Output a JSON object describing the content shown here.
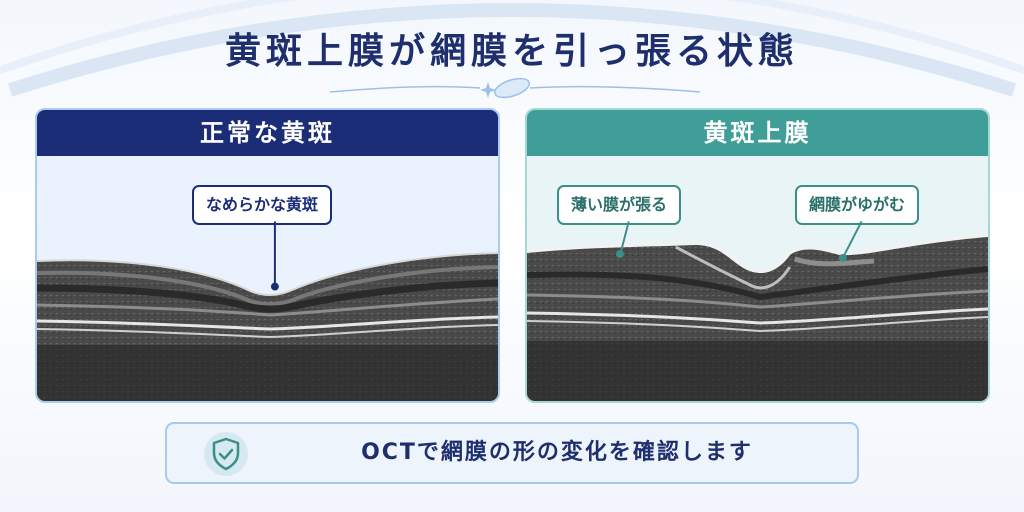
{
  "title": "黄斑上膜が網膜を引っ張る状態",
  "panels": {
    "normal": {
      "header": "正常な黄斑",
      "callout": "なめらかな黄斑",
      "header_color": "#1c2d78",
      "border_color": "#aacbf0"
    },
    "erm": {
      "header": "黄斑上膜",
      "callout_membrane": "薄い膜が張る",
      "callout_distortion": "網膜がゆがむ",
      "header_color": "#3f9e98",
      "border_color": "#a4d8d2"
    }
  },
  "banner": {
    "text": "OCTで網膜の形の変化を確認します",
    "icon": "shield-check-icon",
    "accent_color": "#3a8f89"
  },
  "colors": {
    "title": "#1f2f6e",
    "navy": "#1c2d78",
    "teal": "#3f9e98"
  }
}
